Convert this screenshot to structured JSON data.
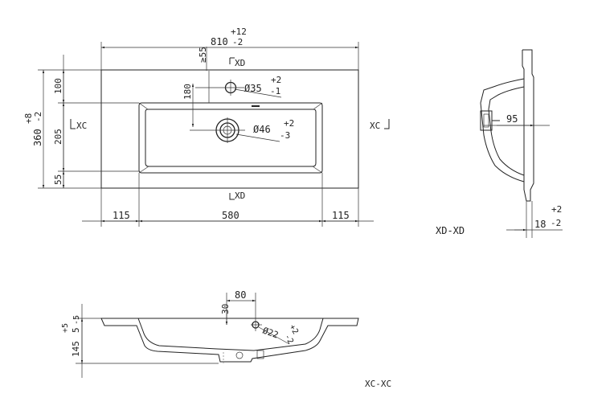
{
  "top_view": {
    "width_dim": "810",
    "width_tol_plus": "+12",
    "width_tol_minus": "-2",
    "height_dim": "360",
    "height_tol_plus": "+8",
    "height_tol_minus": "-2",
    "dim_100": "100",
    "dim_205": "205",
    "dim_55_left": "55",
    "dim_ge55": "≥55",
    "dim_180": "180",
    "tap_hole": "Ø35",
    "tap_tol_plus": "+2",
    "tap_tol_minus": "-1",
    "drain_hole": "Ø46",
    "drain_tol_plus": "+2",
    "drain_tol_minus": "-3",
    "dim_115_left": "115",
    "dim_580": "580",
    "dim_115_right": "115",
    "section_xc_left": "XC",
    "section_xc_right": "XC",
    "section_xd_top": "XD",
    "section_xd_bottom": "XD"
  },
  "side_view": {
    "dim_95": "95",
    "dim_18": "18",
    "dim_18_tol_plus": "+2",
    "dim_18_tol_minus": "-2",
    "label": "XD-XD"
  },
  "bottom_view": {
    "dim_80": "80",
    "dim_30": "30",
    "overflow_hole": "Ø22",
    "overflow_tol_plus": "+2",
    "overflow_tol_minus": "-2",
    "dim_5": "5",
    "dim_5_tol_plus": "+5",
    "dim_5_tol_minus": "-5",
    "dim_145": "145",
    "label": "XC-XC"
  }
}
